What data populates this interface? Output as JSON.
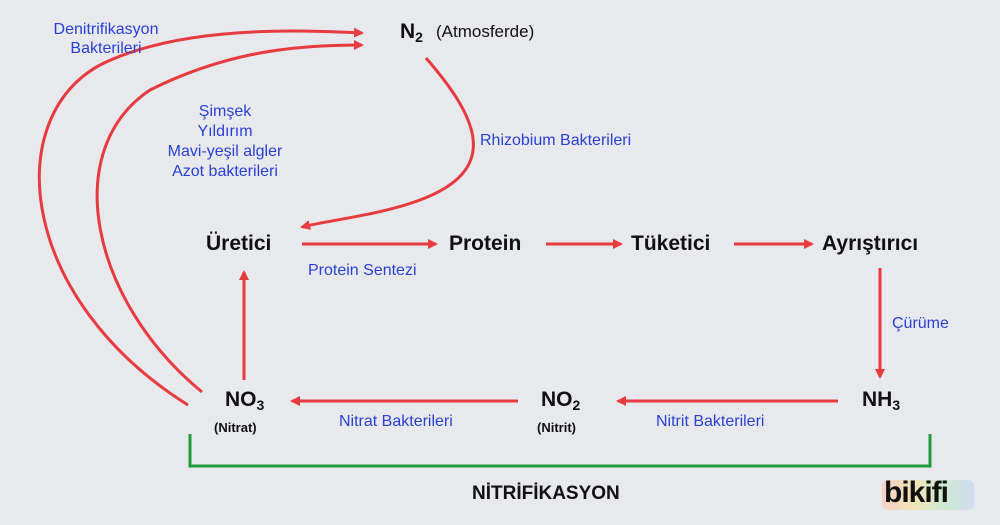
{
  "nodes": {
    "n2_main": "N",
    "n2_sub": "2",
    "n2_note": "(Atmosferde)",
    "uretici": "Üretici",
    "protein": "Protein",
    "tuketici": "Tüketici",
    "ayristirici": "Ayrıştırıcı",
    "nh3_main": "NH",
    "nh3_sub": "3",
    "no2_main": "NO",
    "no2_sub": "2",
    "no2_note": "(Nitrit)",
    "no3_main": "NO",
    "no3_sub": "3",
    "no3_note": "(Nitrat)"
  },
  "labels": {
    "denitrifikasyon_line1": "Denitrifikasyon",
    "denitrifikasyon_line2": "Bakterileri",
    "fixation_line1": "Şimşek",
    "fixation_line2": "Yıldırım",
    "fixation_line3": "Mavi-yeşil algler",
    "fixation_line4": "Azot bakterileri",
    "rhizobium": "Rhizobium Bakterileri",
    "protein_sentezi": "Protein Sentezi",
    "curume": "Çürüme",
    "nitrit_bakterileri": "Nitrit Bakterileri",
    "nitrat_bakterileri": "Nitrat Bakterileri",
    "nitrifikasyon": "NİTRİFİKASYON"
  },
  "logo": "bikifi",
  "colors": {
    "arrow": "#e63b3f",
    "bracket": "#1e9e3a",
    "label_blue": "#2a3fd6",
    "background": "#e8e9ed"
  }
}
